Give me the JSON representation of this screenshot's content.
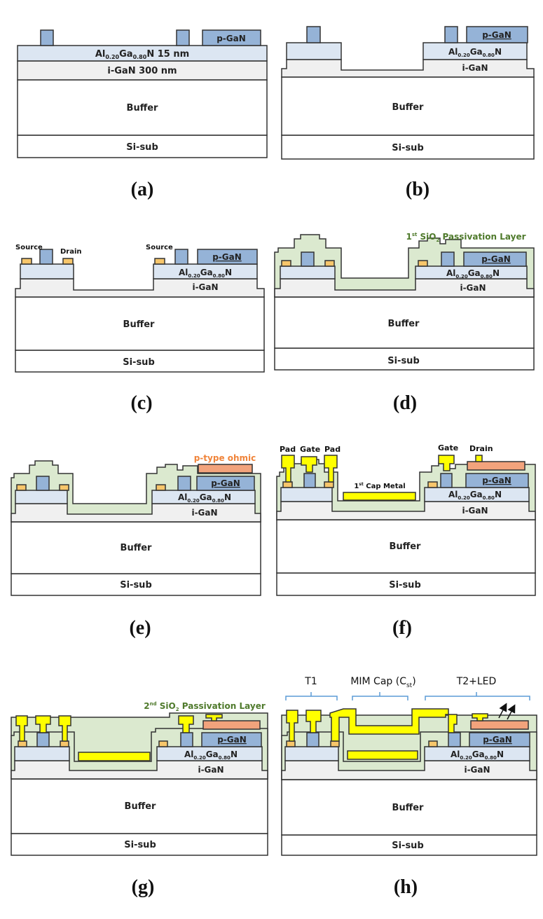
{
  "colors": {
    "si_sub": "#ffffff",
    "buffer": "#ffffff",
    "i_gan": "#f0f0f0",
    "algan": "#dce6f2",
    "p_gan": "#95b3d7",
    "ohmic_contact": "#f7c66b",
    "p_type_ohmic": "#f2a37c",
    "sio2": "#dbe9cf",
    "cap_metal": "#ffff00",
    "bracket": "#5b9bd5",
    "outline": "#333333"
  },
  "layers": {
    "si_sub": "Si-sub",
    "buffer": "Buffer",
    "i_gan": "i-GaN",
    "i_gan_full": "i-GaN 300 nm",
    "algan_pre": "Al",
    "algan_sub1": "0.20",
    "algan_mid": "Ga",
    "algan_sub2": "0.80",
    "algan_post": "N",
    "algan_thickness": " 15 nm",
    "p_gan": "p-GaN"
  },
  "labels": {
    "source": "Source",
    "drain": "Drain",
    "pad": "Pad",
    "gate": "Gate",
    "p_type_ohmic": "p-type ohmic",
    "passivation1_pre": "1",
    "passivation1_sup": "st",
    "passivation1_post": " SiO",
    "passivation_sub": "2",
    "passivation_tail": " Passivation Layer",
    "passivation2_pre": "2",
    "passivation2_sup": "nd",
    "cap_metal_sup": "st",
    "cap_metal_pre": "1",
    "cap_metal_post": " Cap Metal",
    "t1": "T1",
    "mim_pre": "MIM Cap (C",
    "mim_sub": "st",
    "mim_post": ")",
    "t2": "T2+LED"
  },
  "captions": [
    "(a)",
    "(b)",
    "(c)",
    "(d)",
    "(e)",
    "(f)",
    "(g)",
    "(h)"
  ]
}
